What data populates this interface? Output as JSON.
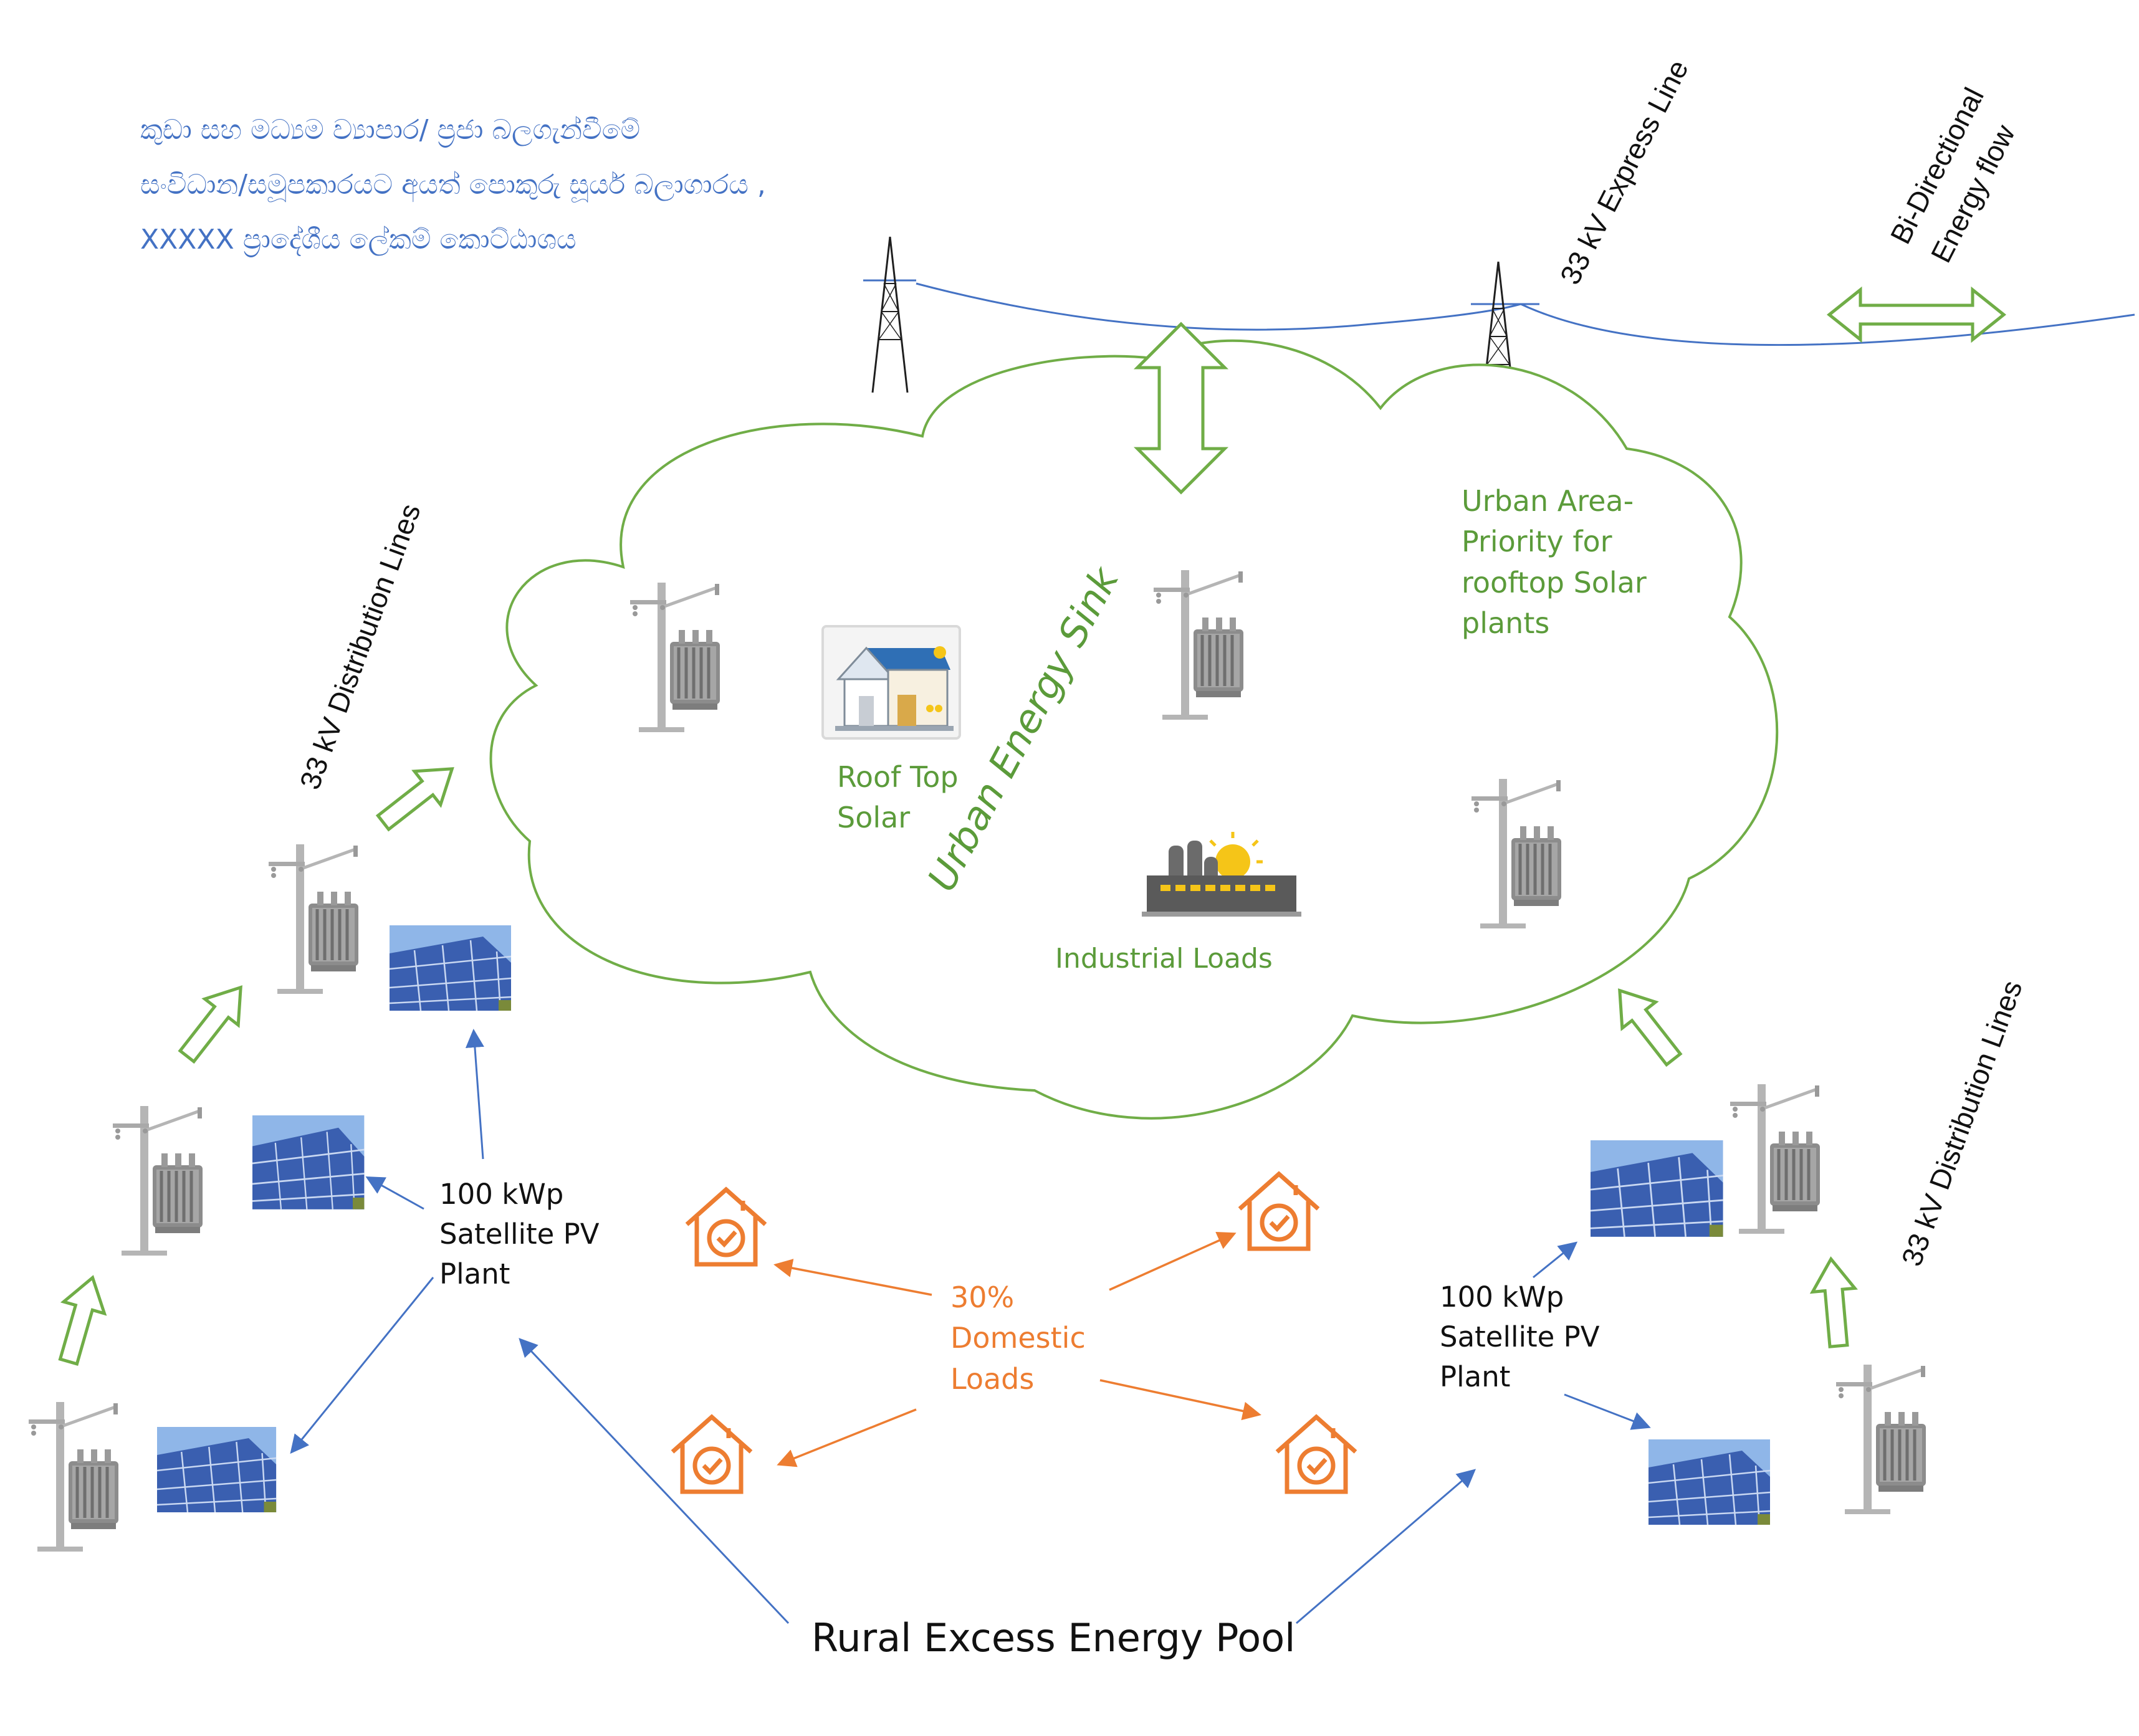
{
  "heading": {
    "line1": "කුඩා සහ මධ්‍යම ව්‍යාපාර/ ප්‍රජා බලගැන්වීමේ",
    "line2": "සංවිධාන/සමූපකාරයට  අයත් පොකුරු සූර්ය බලාගාරය ,",
    "line3": "XXXXX  ප්‍රාදේශීය ලේකම් කොට්ඨාශය"
  },
  "labels": {
    "express_line": "33 kV Express Line",
    "bidirectional_1": "Bi-Directional",
    "bidirectional_2": "Energy flow",
    "dist_left": "33 kV Distribution Lines",
    "dist_right": "33 kV Distribution Lines",
    "urban_sink": "Urban Energy Sink",
    "urban_area_1": "Urban Area-",
    "urban_area_2": "Priority for",
    "urban_area_3": "rooftop Solar",
    "urban_area_4": "plants",
    "roof_1": "Roof Top",
    "roof_2": "Solar",
    "industrial": "Industrial Loads",
    "pv_left_1": "100 kWp",
    "pv_left_2": "Satellite PV",
    "pv_left_3": "Plant",
    "pv_right_1": "100 kWp",
    "pv_right_2": "Satellite PV",
    "pv_right_3": "Plant",
    "domestic_1": "30%",
    "domestic_2": "Domestic",
    "domestic_3": "Loads",
    "rural_pool": "Rural Excess Energy Pool"
  },
  "icons": {
    "transmission_tower": "transmission-tower-icon",
    "pole_transformer": "pole-transformer-icon",
    "solar_panel": "solar-panel-icon",
    "house_rooftop_solar": "house-solar-icon",
    "factory": "factory-icon",
    "home_check": "home-check-icon"
  },
  "colors": {
    "cloud": "#70ad47",
    "green_text": "#5b9b3a",
    "blue_arrow": "#4472c4",
    "orange": "#ed7d31",
    "line": "#4472c4"
  }
}
